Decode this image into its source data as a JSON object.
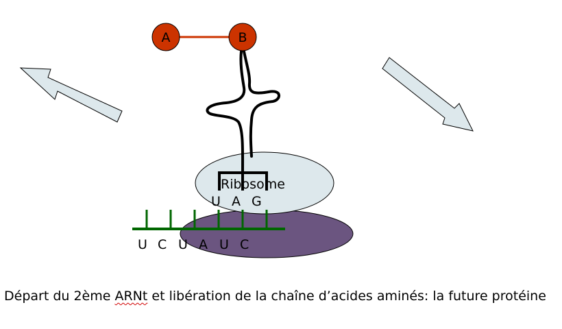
{
  "amino_acids": [
    {
      "label": "A"
    },
    {
      "label": "B"
    }
  ],
  "ribosome": {
    "label": "Ribosome"
  },
  "trna": {
    "anticodon": [
      "U",
      "A",
      "G"
    ]
  },
  "mrna": {
    "codons": [
      "U",
      "C",
      "U",
      "A",
      "U",
      "C"
    ]
  },
  "arrows": [
    {
      "direction": "up-left"
    },
    {
      "direction": "down-right"
    }
  ],
  "caption": {
    "part1": "Départ du 2ème ",
    "flagged_word": "ARNt",
    "part2": " et libération de la chaîne d’acides aminés: la future protéine"
  },
  "colors": {
    "amino_acid": "#cc3300",
    "peptide_bond": "#cc3300",
    "ribosome_small": "#dde8ec",
    "ribosome_large": "#6b5580",
    "mrna": "#006600",
    "arrow_fill": "#dde8ec"
  }
}
